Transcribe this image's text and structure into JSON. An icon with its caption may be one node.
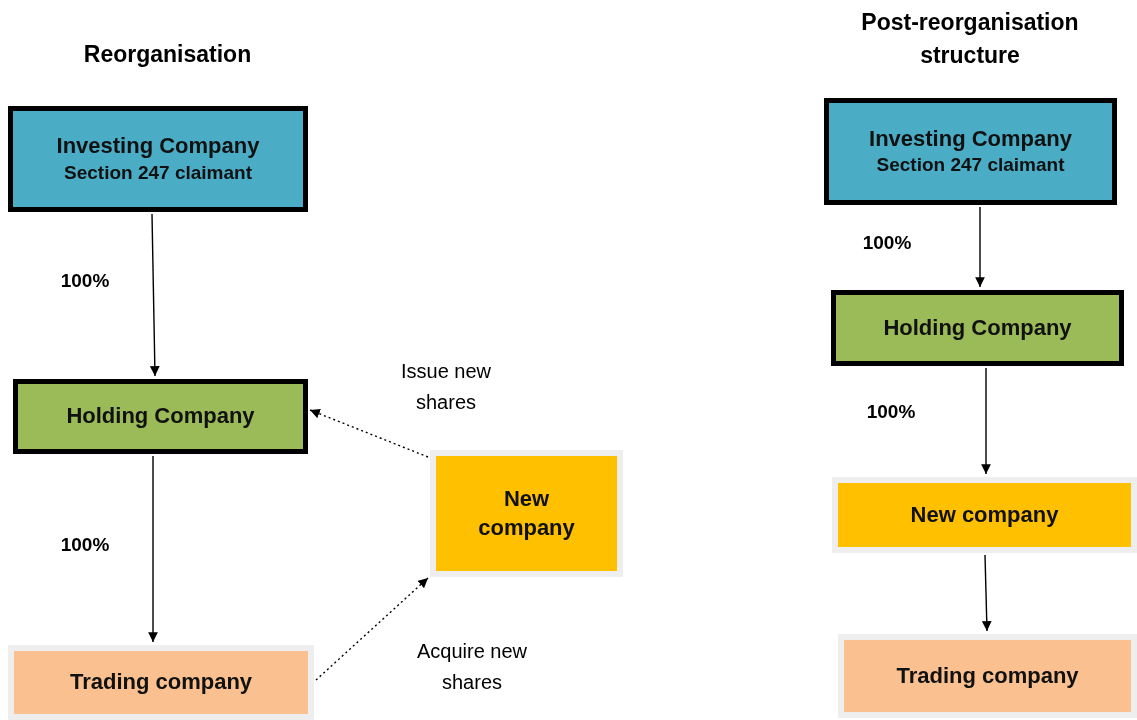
{
  "diagram": {
    "nodes": [
      {
        "text": [
          "Investing Company",
          "Section 247 claimant"
        ]
      },
      {
        "text": [
          "Holding Company"
        ]
      },
      {
        "text": [
          "New company"
        ]
      },
      {
        "text": [
          "Trading company"
        ]
      },
      {
        "text": [
          "Investing Company",
          "Section 247 claimant"
        ]
      },
      {
        "text": [
          "Holding Company"
        ]
      },
      {
        "text": [
          "New company"
        ]
      },
      {
        "text": [
          "Trading company"
        ]
      }
    ],
    "edges": [
      {
        "from": 0,
        "to": 1,
        "arrow": "to",
        "label": "100%"
      },
      {
        "from": 1,
        "to": 3,
        "arrow": "to",
        "label": "100%"
      },
      {
        "from": 2,
        "to": 1,
        "arrow": "to",
        "label": "Issue new shares",
        "style": "dashed"
      },
      {
        "from": 3,
        "to": 2,
        "arrow": "to",
        "label": "Acquire new shares",
        "style": "dashed"
      },
      {
        "from": 4,
        "to": 5,
        "arrow": "to",
        "label": "100%"
      },
      {
        "from": 5,
        "to": 6,
        "arrow": "to",
        "label": "100%"
      },
      {
        "from": 6,
        "to": 7,
        "arrow": "to"
      }
    ],
    "labels": [
      "Reorganisation",
      "Post-reorganisation structure"
    ]
  }
}
